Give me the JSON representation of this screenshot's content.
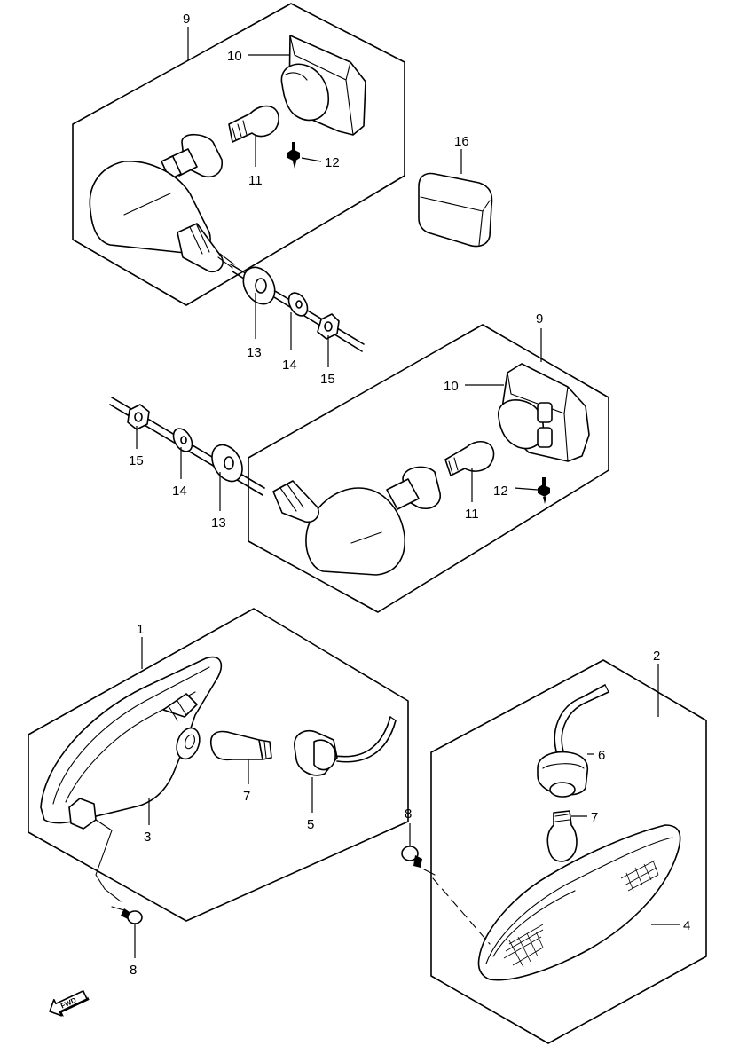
{
  "callouts": {
    "c9a": "9",
    "c10a": "10",
    "c11a": "11",
    "c12a": "12",
    "c16": "16",
    "c13a": "13",
    "c14a": "14",
    "c15a": "15",
    "c9b": "9",
    "c10b": "10",
    "c11b": "11",
    "c12b": "12",
    "c15b": "15",
    "c14b": "14",
    "c13b": "13",
    "c1": "1",
    "c3": "3",
    "c7a": "7",
    "c5": "5",
    "c8a": "8",
    "c2": "2",
    "c6": "6",
    "c7b": "7",
    "c8b": "8",
    "c4": "4"
  },
  "direction_badge": "FWD"
}
